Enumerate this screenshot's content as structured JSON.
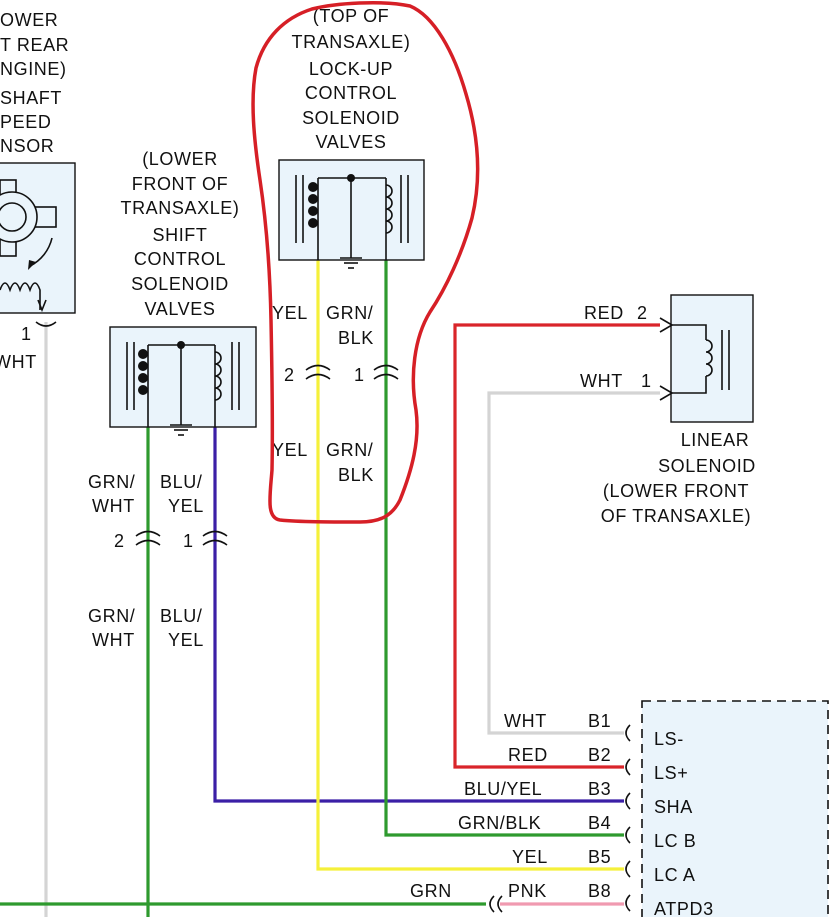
{
  "colors": {
    "red": "#d9252a",
    "white_wire": "#d4d4d4",
    "yellow": "#f5f03a",
    "green": "#2e9a2e",
    "blue_yellow": "#3b1fa6",
    "pink": "#f09ab0",
    "box_fill": "#eaf4fb",
    "highlight": "#d61f26"
  },
  "speed_sensor": {
    "label_lines": [
      "OWER",
      "T REAR",
      "NGINE)",
      "SHAFT",
      "PEED",
      "NSOR"
    ],
    "pin": "1",
    "wire": "WHT"
  },
  "shift_solenoid": {
    "label_lines": [
      "(LOWER",
      "FRONT OF",
      "TRANSAXLE)",
      "SHIFT",
      "CONTROL",
      "SOLENOID",
      "VALVES"
    ],
    "wire_left_top": [
      "GRN/",
      "WHT"
    ],
    "wire_right_top": [
      "BLU/",
      "YEL"
    ],
    "pin_left": "2",
    "pin_right": "1",
    "wire_left_bottom": [
      "GRN/",
      "WHT"
    ],
    "wire_right_bottom": [
      "BLU/",
      "YEL"
    ]
  },
  "lockup_solenoid": {
    "label_lines": [
      "(TOP OF",
      "TRANSAXLE)",
      "LOCK-UP",
      "CONTROL",
      "SOLENOID",
      "VALVES"
    ],
    "wire_left_top": "YEL",
    "wire_right_top": [
      "GRN/",
      "BLK"
    ],
    "pin_left": "2",
    "pin_right": "1",
    "wire_left_bottom": "YEL",
    "wire_right_bottom": [
      "GRN/",
      "BLK"
    ]
  },
  "linear_solenoid": {
    "label_lines": [
      "LINEAR",
      "SOLENOID",
      "(LOWER FRONT",
      "OF TRANSAXLE)"
    ],
    "pin_top": "2",
    "wire_top": "RED",
    "pin_bottom": "1",
    "wire_bottom": "WHT"
  },
  "ecu_rows": [
    {
      "wire": "WHT",
      "pin": "B1",
      "terminal": "LS-"
    },
    {
      "wire": "RED",
      "pin": "B2",
      "terminal": "LS+"
    },
    {
      "wire": "BLU/YEL",
      "pin": "B3",
      "terminal": "SHA"
    },
    {
      "wire": "GRN/BLK",
      "pin": "B4",
      "terminal": "LC B"
    },
    {
      "wire": "YEL",
      "pin": "B5",
      "terminal": "LC A"
    },
    {
      "wire": "PNK",
      "pin": "B8",
      "terminal": "ATPD3"
    }
  ],
  "bottom_wire": "GRN"
}
